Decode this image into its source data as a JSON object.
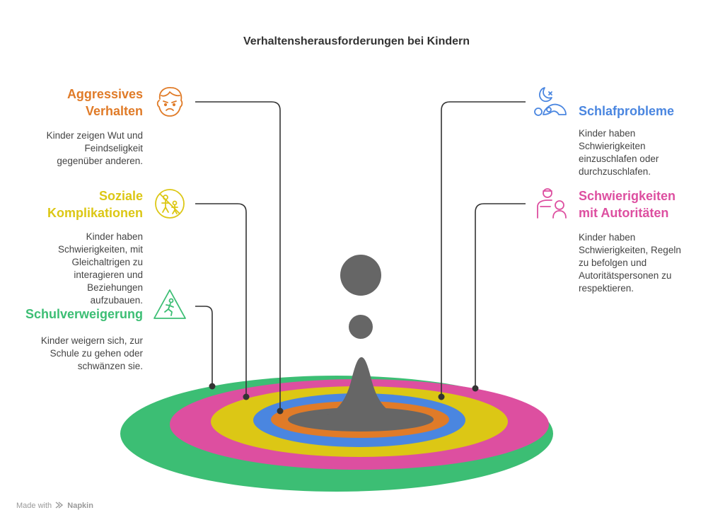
{
  "title": "Verhaltensherausforderungen bei Kindern",
  "items": {
    "aggressive": {
      "title_line1": "Aggressives",
      "title_line2": "Verhalten",
      "desc": [
        "Kinder zeigen Wut und",
        "Feindseligkeit",
        "gegenüber anderen."
      ],
      "color": "#E07B28",
      "icon": "angry-face-icon"
    },
    "social": {
      "title_line1": "Soziale",
      "title_line2": "Komplikationen",
      "desc": [
        "Kinder haben",
        "Schwierigkeiten, mit",
        "Gleichaltrigen zu",
        "interagieren und",
        "Beziehungen",
        "aufzubauen."
      ],
      "color": "#DCC715",
      "icon": "no-children-icon"
    },
    "school": {
      "title_line1": "Schulverweigerung",
      "desc": [
        "Kinder weigern sich, zur",
        "Schule zu gehen oder",
        "schwänzen sie."
      ],
      "color": "#3CBE74",
      "icon": "warning-running-child-icon"
    },
    "sleep": {
      "title_line1": "Schlafprobleme",
      "desc": [
        "Kinder haben",
        "Schwierigkeiten",
        "einzuschlafen oder",
        "durchzuschlafen."
      ],
      "color": "#4A86E0",
      "icon": "moon-sleep-icon"
    },
    "authority": {
      "title_line1": "Schwierigkeiten",
      "title_line2": "mit Autoritäten",
      "desc": [
        "Kinder haben",
        "Schwierigkeiten, Regeln",
        "zu befolgen und",
        "Autoritätspersonen zu",
        "respektieren."
      ],
      "color": "#DD4FA0",
      "icon": "teacher-child-icon"
    }
  },
  "colors": {
    "ring_green": "#3CBE74",
    "ring_pink": "#DD4FA0",
    "ring_yellow": "#DCC715",
    "ring_blue": "#4A86E0",
    "ring_orange": "#E07B28",
    "center": "#666666",
    "connector": "#333333"
  },
  "footer": {
    "made_with": "Made with",
    "brand": "Napkin"
  }
}
